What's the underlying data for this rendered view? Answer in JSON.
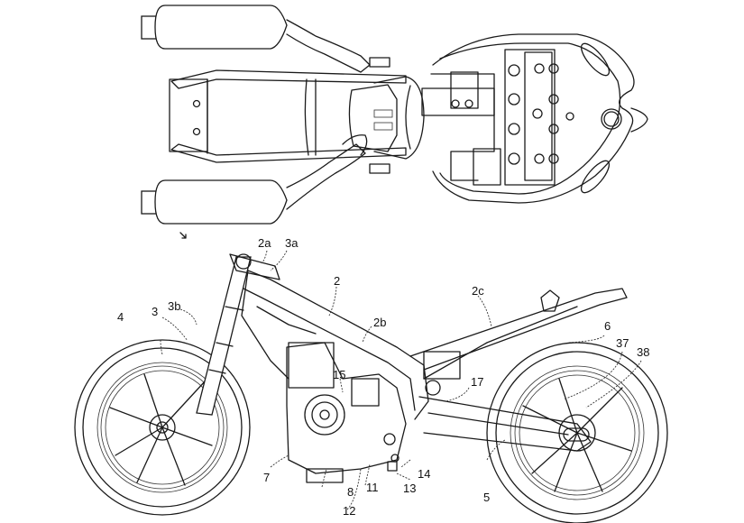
{
  "figure": {
    "type": "patent-line-drawing",
    "subject": "motorcycle",
    "views": [
      "top view (plan)",
      "left side view"
    ],
    "line_color": "#1a1a1a",
    "background": "#ffffff"
  },
  "labels": {
    "l2a": "2a",
    "l3a": "3a",
    "l2": "2",
    "l2b": "2b",
    "l2c": "2c",
    "l3": "3",
    "l3b": "3b",
    "l4": "4",
    "l6": "6",
    "l37": "37",
    "l38": "38",
    "l17": "17",
    "l15": "15",
    "l7": "7",
    "l8": "8",
    "l11": "11",
    "l12": "12",
    "l13": "13",
    "l14": "14",
    "l5": "5"
  }
}
